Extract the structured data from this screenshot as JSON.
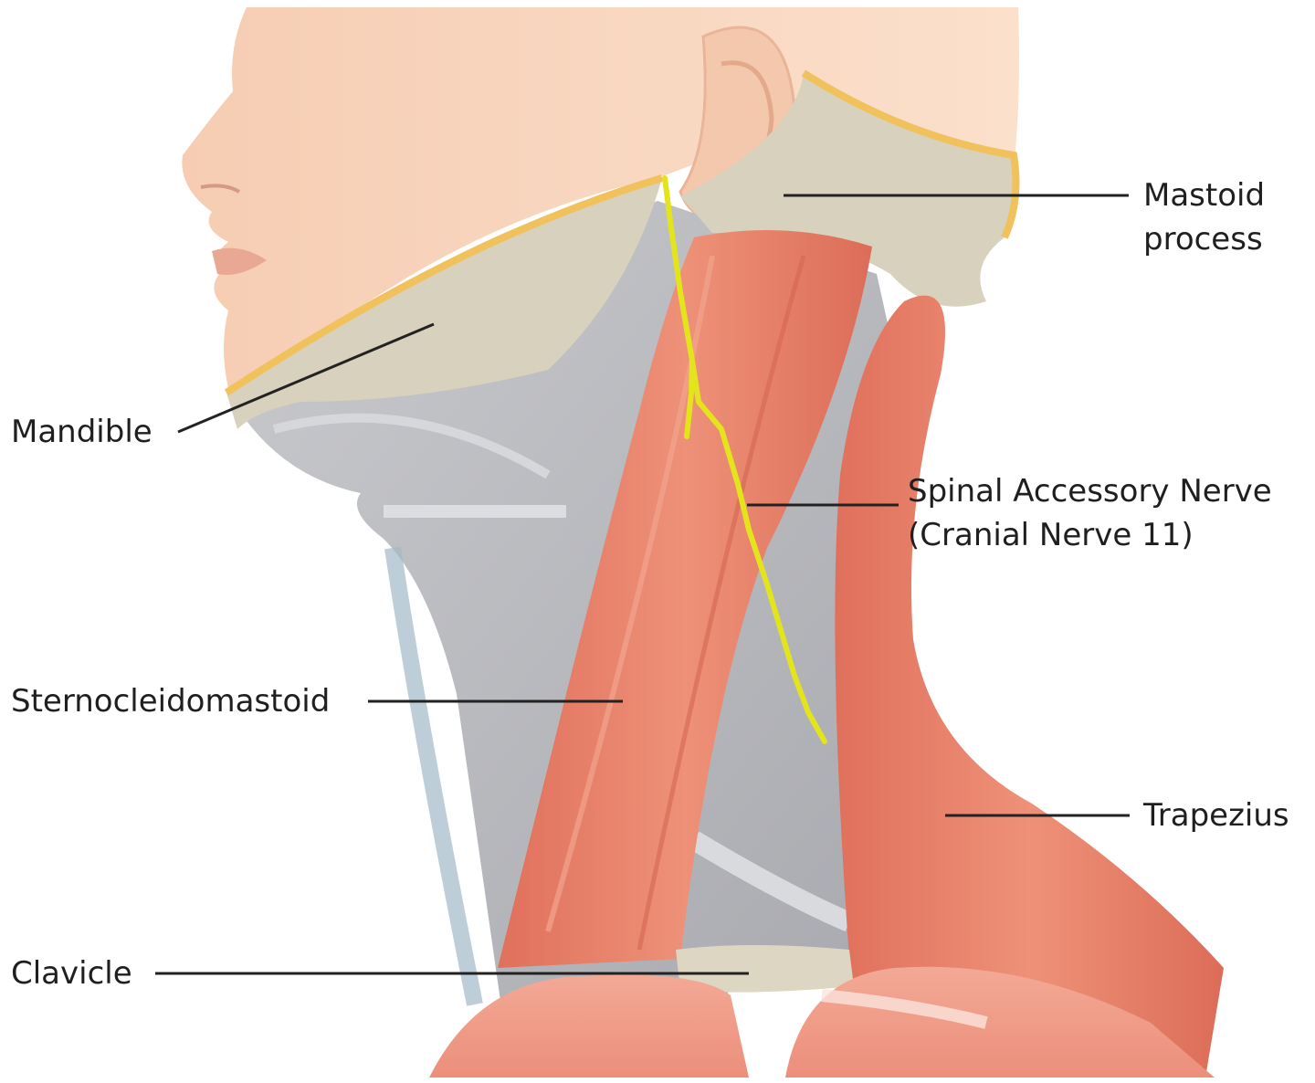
{
  "labels": {
    "mastoid_line1": "Mastoid",
    "mastoid_line2": "process",
    "mandible": "Mandible",
    "nerve_line1": "Spinal Accessory Nerve",
    "nerve_line2": "(Cranial Nerve 11)",
    "sternocleidomastoid": "Sternocleidomastoid",
    "trapezius": "Trapezius",
    "clavicle": "Clavicle"
  },
  "colors": {
    "skin": "#f7d3bb",
    "bone": "#d9d2be",
    "bone_edge": "#f0c25a",
    "deep_muscle": "#b7b8bc",
    "muscle": "#e5806a",
    "nerve": "#e6e61a",
    "leader": "#222222"
  }
}
